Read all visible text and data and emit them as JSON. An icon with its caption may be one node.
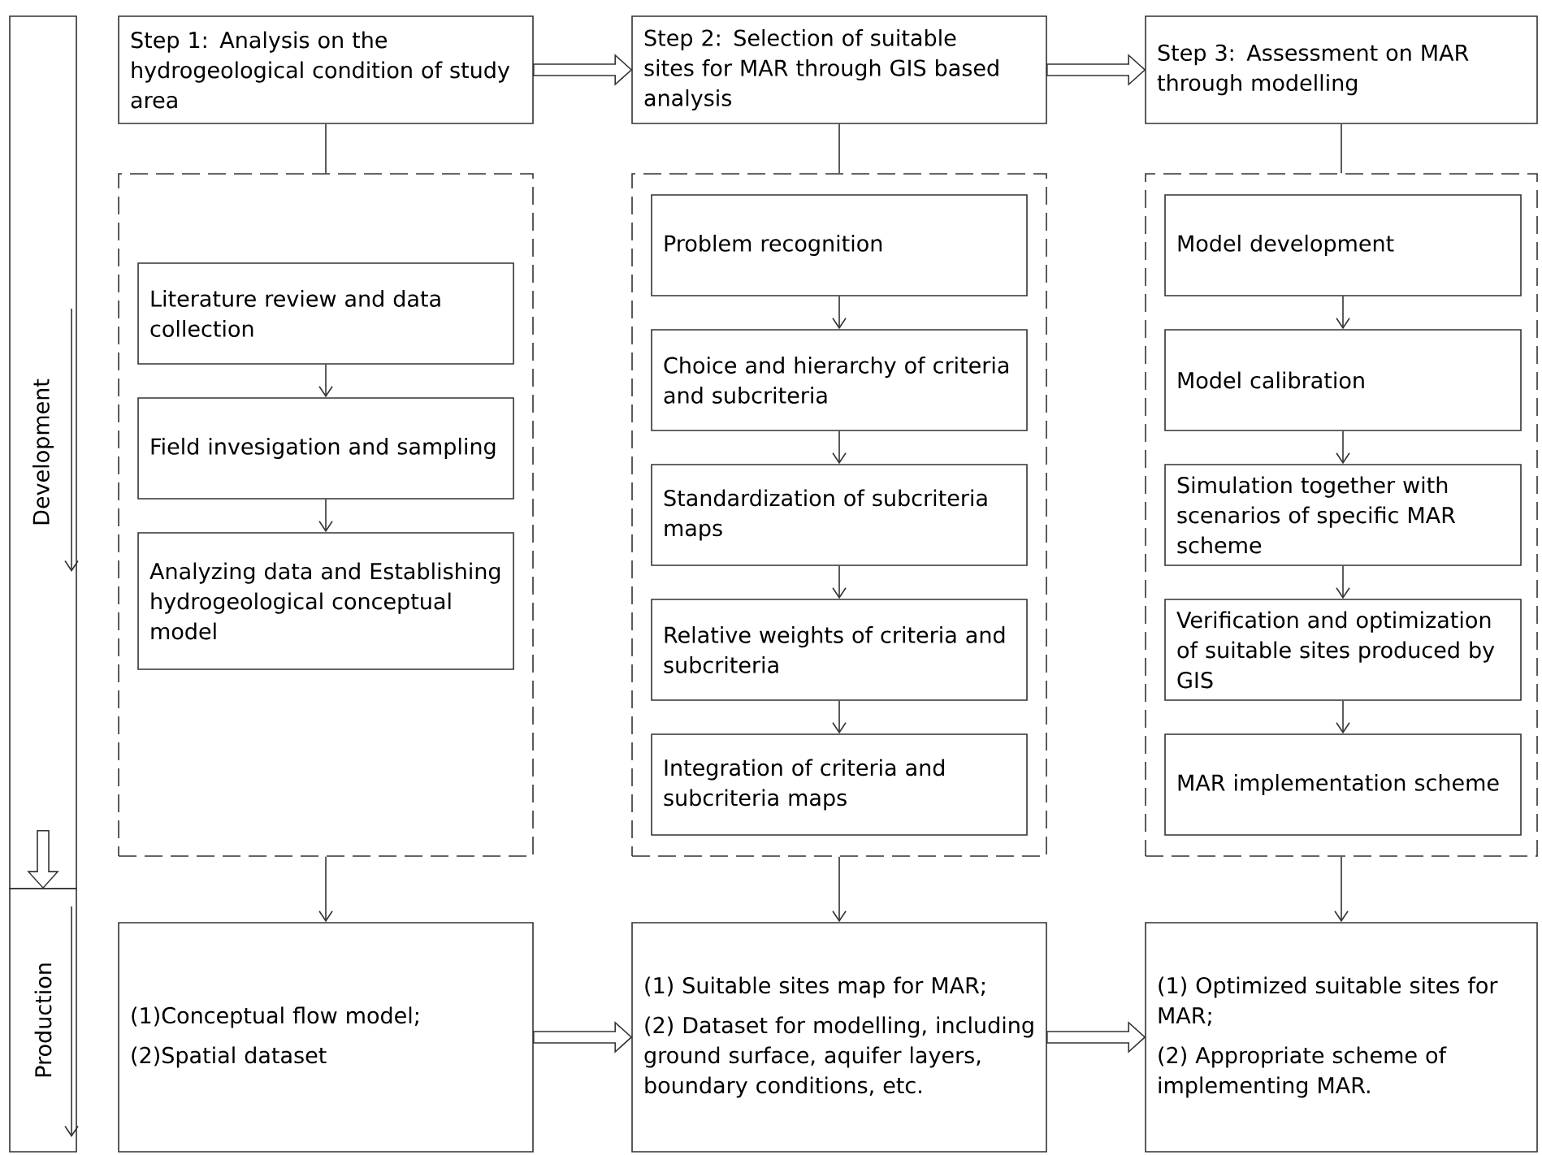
{
  "diagram": {
    "nodes": [
      {
        "text": [
          "Development"
        ]
      },
      {
        "text": [
          "Production"
        ]
      },
      {
        "text": [
          "Step 1: Analysis on the hydrogeological condition of study area"
        ]
      },
      {
        "text": [
          "Step 2: Selection of suitable sites for MAR through GIS based analysis"
        ]
      },
      {
        "text": [
          "Step 3: Assessment on MAR through modelling"
        ]
      },
      {
        "text": [],
        "shape": "box"
      },
      {
        "text": [
          "Literature review and data collection"
        ],
        "in": 5
      },
      {
        "text": [
          "Field invesigation and sampling"
        ],
        "in": 5
      },
      {
        "text": [
          "Analyzing data and Establishing hydrogeological conceptual model"
        ],
        "in": 5
      },
      {
        "text": [],
        "shape": "box"
      },
      {
        "text": [
          "Problem recognition"
        ],
        "in": 9
      },
      {
        "text": [
          "Choice and hierarchy of criteria and subcriteria"
        ],
        "in": 9
      },
      {
        "text": [
          "Standardization of subcriteria maps"
        ],
        "in": 9
      },
      {
        "text": [
          "Relative weights of criteria and subcriteria"
        ],
        "in": 9
      },
      {
        "text": [
          "Integration of criteria and subcriteria maps"
        ],
        "in": 9
      },
      {
        "text": [],
        "shape": "box"
      },
      {
        "text": [
          "Model development"
        ],
        "in": 15
      },
      {
        "text": [
          "Model calibration"
        ],
        "in": 15
      },
      {
        "text": [
          "Simulation together with scenarios of specific MAR scheme"
        ],
        "in": 15
      },
      {
        "text": [
          "Verification and optimization of suitable sites produced by GIS"
        ],
        "in": 15
      },
      {
        "text": [
          "MAR implementation scheme"
        ],
        "in": 15
      },
      {
        "text": [
          "(1)Conceptual flow model;",
          "(2)Spatial dataset"
        ]
      },
      {
        "text": [
          "(1) Suitable sites map for MAR;",
          "(2) Dataset for modelling, including ground surface, aquifer layers, boundary conditions, etc."
        ]
      },
      {
        "text": [
          "(1) Optimized suitable sites for MAR;",
          "(2) Appropriate scheme of implementing MAR."
        ]
      }
    ],
    "edges": [
      {
        "from": 2,
        "to": 3,
        "arrow": "to",
        "style": "thick"
      },
      {
        "from": 3,
        "to": 4,
        "arrow": "to",
        "style": "thick"
      },
      {
        "from": 2,
        "to": 5,
        "arrow": "none"
      },
      {
        "from": 3,
        "to": 9,
        "arrow": "none"
      },
      {
        "from": 4,
        "to": 15,
        "arrow": "none"
      },
      {
        "from": 6,
        "to": 7,
        "arrow": "to"
      },
      {
        "from": 7,
        "to": 8,
        "arrow": "to"
      },
      {
        "from": 10,
        "to": 11,
        "arrow": "to"
      },
      {
        "from": 11,
        "to": 12,
        "arrow": "to"
      },
      {
        "from": 12,
        "to": 13,
        "arrow": "to"
      },
      {
        "from": 13,
        "to": 14,
        "arrow": "to"
      },
      {
        "from": 16,
        "to": 17,
        "arrow": "to"
      },
      {
        "from": 17,
        "to": 18,
        "arrow": "to"
      },
      {
        "from": 18,
        "to": 19,
        "arrow": "to"
      },
      {
        "from": 19,
        "to": 20,
        "arrow": "to"
      },
      {
        "from": 5,
        "to": 21,
        "arrow": "to"
      },
      {
        "from": 9,
        "to": 22,
        "arrow": "to"
      },
      {
        "from": 15,
        "to": 23,
        "arrow": "to"
      },
      {
        "from": 21,
        "to": 22,
        "arrow": "to",
        "style": "thick"
      },
      {
        "from": 22,
        "to": 23,
        "arrow": "to",
        "style": "thick"
      },
      {
        "from": 0,
        "to": 1,
        "arrow": "to",
        "style": "thick"
      }
    ]
  }
}
